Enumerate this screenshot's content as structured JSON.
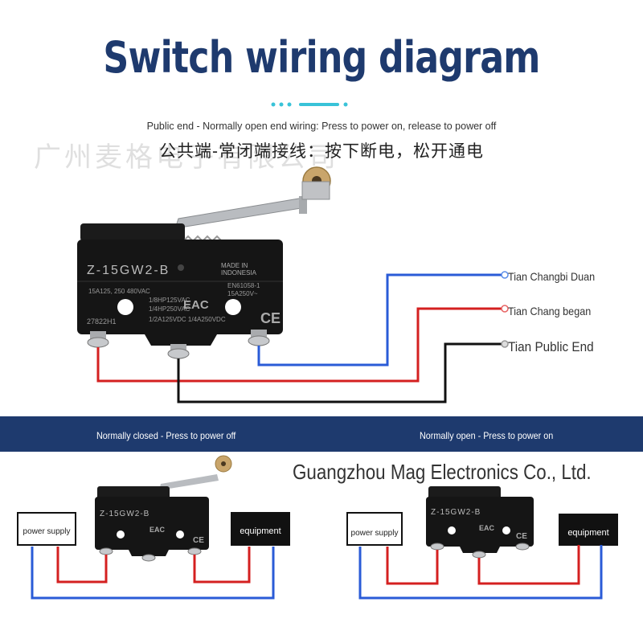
{
  "title": "Switch wiring diagram",
  "subtitle_en": "Public end - Normally open end wiring: Press to power on, release to power off",
  "subtitle_cn": "公共端-常闭端接线：按下断电，松开通电",
  "watermark": "广州麦格电子有限公司",
  "switch_main": {
    "model": "Z-15GW2-B",
    "made_in": [
      "MADE IN",
      "INDONESIA"
    ],
    "ratings": [
      "15A125, 250 480VAC",
      "1/8HP125VAC",
      "1/4HP250VAC",
      "1/2A125VDC 1/4A250VDC"
    ],
    "standard": [
      "EN61058-1",
      "15A250V~"
    ],
    "code": "27822H1"
  },
  "wire_labels": {
    "blue": "Tian Changbi Duan",
    "red": "Tian Chang began",
    "black": "Tian Public End"
  },
  "colors": {
    "title": "#1e3a6e",
    "band": "#1e3a6e",
    "wire_blue": "#2a5bd7",
    "wire_red": "#d42020",
    "wire_black": "#111111"
  },
  "band_labels": {
    "left": "Normally closed - Press to power off",
    "right": "Normally open - Press to power on"
  },
  "company": "Guangzhou Mag Electronics Co., Ltd.",
  "diagram_left": {
    "power_label": "power supply",
    "equipment_label": "equipment",
    "model": "Z-15GW2-B"
  },
  "diagram_right": {
    "power_label": "power supply",
    "equipment_label": "equipment",
    "model": "Z-15GW2-B"
  }
}
